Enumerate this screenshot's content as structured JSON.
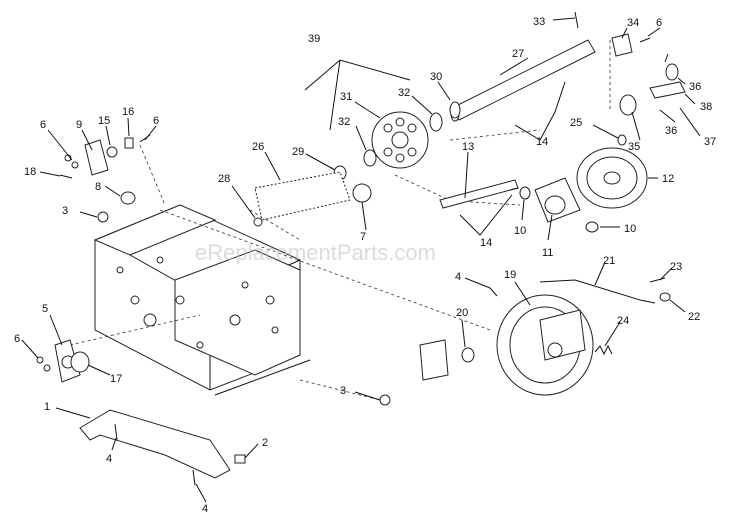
{
  "watermark": "eReplacementParts.com",
  "callouts": [
    {
      "id": "c33a",
      "label": "33"
    },
    {
      "id": "c34",
      "label": "34"
    },
    {
      "id": "c6a",
      "label": "6"
    },
    {
      "id": "c39",
      "label": "39"
    },
    {
      "id": "c27",
      "label": "27"
    },
    {
      "id": "c30",
      "label": "30"
    },
    {
      "id": "c36a",
      "label": "36"
    },
    {
      "id": "c38",
      "label": "38"
    },
    {
      "id": "c31",
      "label": "31"
    },
    {
      "id": "c32a",
      "label": "32"
    },
    {
      "id": "c32b",
      "label": "32"
    },
    {
      "id": "c14a",
      "label": "14"
    },
    {
      "id": "c25",
      "label": "25"
    },
    {
      "id": "c35",
      "label": "35"
    },
    {
      "id": "c36b",
      "label": "36"
    },
    {
      "id": "c37",
      "label": "37"
    },
    {
      "id": "c6b",
      "label": "6"
    },
    {
      "id": "c9",
      "label": "9"
    },
    {
      "id": "c15",
      "label": "15"
    },
    {
      "id": "c16",
      "label": "16"
    },
    {
      "id": "c6c",
      "label": "6"
    },
    {
      "id": "c18",
      "label": "18"
    },
    {
      "id": "c8",
      "label": "8"
    },
    {
      "id": "c26",
      "label": "26"
    },
    {
      "id": "c29",
      "label": "29"
    },
    {
      "id": "c13",
      "label": "13"
    },
    {
      "id": "c12",
      "label": "12"
    },
    {
      "id": "c28",
      "label": "28"
    },
    {
      "id": "c3a",
      "label": "3"
    },
    {
      "id": "c7",
      "label": "7"
    },
    {
      "id": "c14b",
      "label": "14"
    },
    {
      "id": "c10a",
      "label": "10"
    },
    {
      "id": "c11",
      "label": "11"
    },
    {
      "id": "c10b",
      "label": "10"
    },
    {
      "id": "c4a",
      "label": "4"
    },
    {
      "id": "c19",
      "label": "19"
    },
    {
      "id": "c21",
      "label": "21"
    },
    {
      "id": "c23",
      "label": "23"
    },
    {
      "id": "c22",
      "label": "22"
    },
    {
      "id": "c5",
      "label": "5"
    },
    {
      "id": "c20",
      "label": "20"
    },
    {
      "id": "c24",
      "label": "24"
    },
    {
      "id": "c6d",
      "label": "6"
    },
    {
      "id": "c17",
      "label": "17"
    },
    {
      "id": "c3b",
      "label": "3"
    },
    {
      "id": "c1",
      "label": "1"
    },
    {
      "id": "c2",
      "label": "2"
    },
    {
      "id": "c4b",
      "label": "4"
    },
    {
      "id": "c4c",
      "label": "4"
    }
  ]
}
